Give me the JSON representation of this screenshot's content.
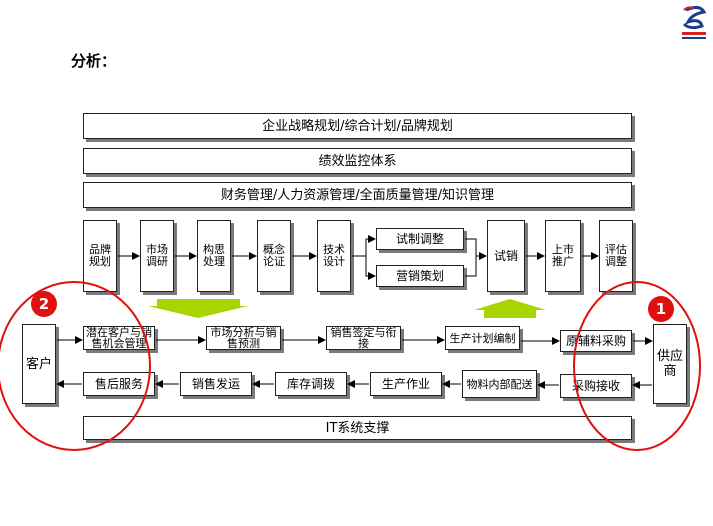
{
  "page": {
    "title": "分析："
  },
  "layers": {
    "strategy": "企业战略规划/综合计划/品牌规划",
    "performance": "绩效监控体系",
    "management": "财务管理/人力资源管理/全面质量管理/知识管理",
    "it": "IT系统支撑"
  },
  "product_flow": [
    "品牌规划",
    "市场调研",
    "构思处理",
    "概念论证",
    "技术设计",
    "试制调整",
    "营销策划",
    "试销",
    "上市推广",
    "评估调整"
  ],
  "forward_flow": [
    "潜在客户与销售机会管理",
    "市场分析与销售预测",
    "销售签定与衔接",
    "生产计划编制",
    "原辅料采购"
  ],
  "return_flow": [
    "售后服务",
    "销售发运",
    "库存调拨",
    "生产作业",
    "物料内部配送",
    "采购接收"
  ],
  "actors": {
    "customer": "客户",
    "supplier": "供应商"
  },
  "badges": {
    "customer": "2",
    "supplier": "1"
  },
  "colors": {
    "arrow_green": "#a8d400",
    "circle_red": "#e01010"
  }
}
